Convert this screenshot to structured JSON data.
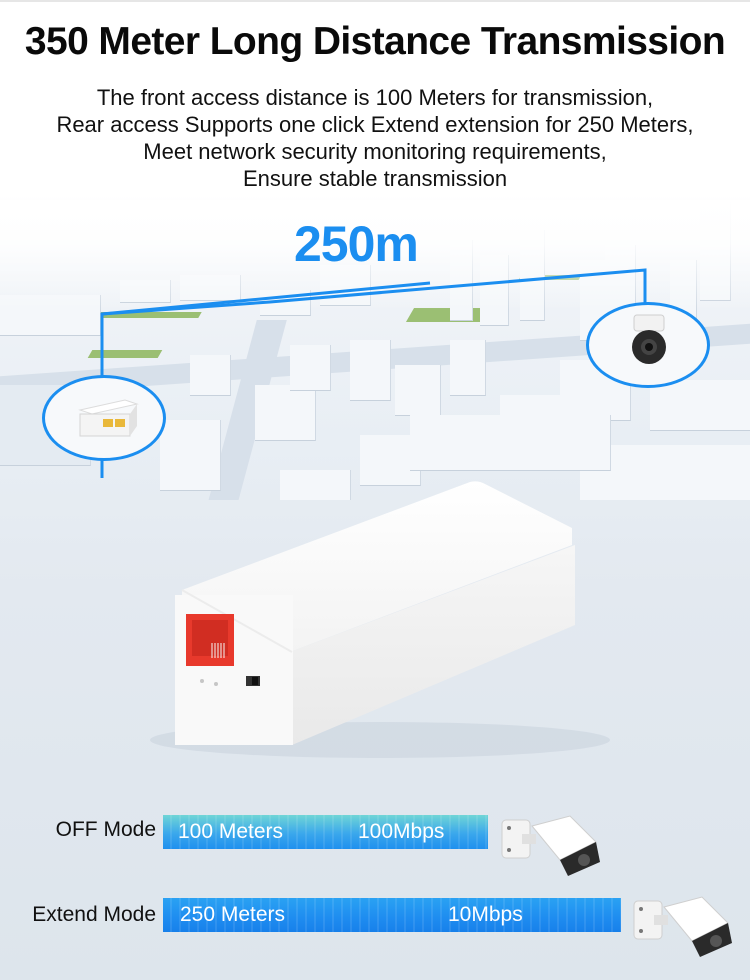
{
  "header": {
    "title": "350 Meter Long Distance Transmission",
    "subtitle_lines": [
      "The front access distance is 100 Meters for transmission,",
      "Rear access Supports one click Extend extension for 250 Meters,",
      "Meet network security monitoring requirements,",
      "Ensure stable transmission"
    ]
  },
  "scene": {
    "distance_label": "250m",
    "left_bubble_icon": "poe-extender-icon",
    "right_bubble_icon": "ptz-dome-camera-icon",
    "line_color": "#1b8ef0"
  },
  "product": {
    "icon": "poe-extender-device-icon",
    "port_color": "#e8392c"
  },
  "modes": [
    {
      "label": "OFF Mode",
      "distance": "100 Meters",
      "speed": "100Mbps",
      "icon": "bullet-camera-icon"
    },
    {
      "label": "Extend Mode",
      "distance": "250 Meters",
      "speed": "10Mbps",
      "icon": "bullet-camera-icon"
    }
  ],
  "colors": {
    "accent_blue": "#1b8ef0",
    "bar_off_top": "#6fd5d6",
    "bar_extend": "#1e8cf0"
  }
}
